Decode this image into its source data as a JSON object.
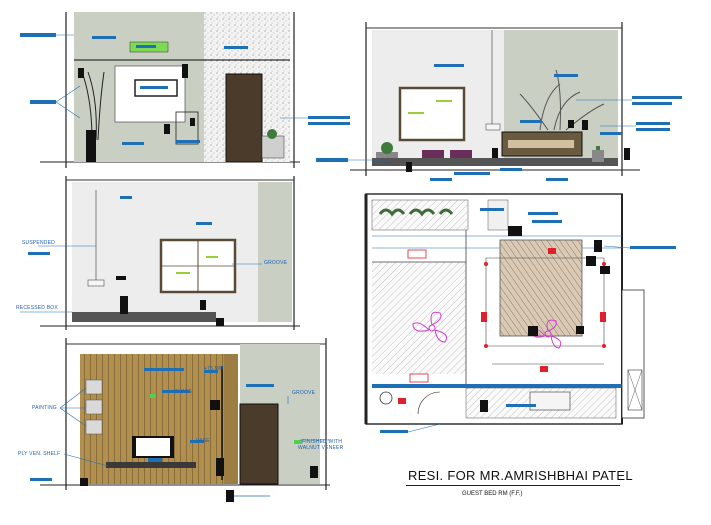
{
  "title": "RESI. FOR  MR.AMRISHBHAI PATEL",
  "subtitle": "GUEST BED RM (F.F.)",
  "labels": {
    "suspended": "SUSPENDED",
    "groove_elev2": "GROOVE",
    "recessed_box": "RECESSED BOX",
    "painting": "PAINTING",
    "ply_ven_shelf": "PLY VEN. SHELF",
    "groove_elev3": "GROOVE",
    "finished_with": "FINISHED WITH",
    "walnut_veneer": "WALNUT VENEER",
    "top_mm": "+75 MM",
    "ghats": "GHATS",
    "vase": "VASE"
  },
  "colors": {
    "leader_blue": "#1f6fb5",
    "wall_grey": "#c9cfc3",
    "veneer_brown": "#b08f4f",
    "door_brown": "#4a3b2a",
    "plan_red": "#e0202a",
    "fan_magenta": "#d040d0",
    "wardrobe_tan": "#c7b29a"
  }
}
